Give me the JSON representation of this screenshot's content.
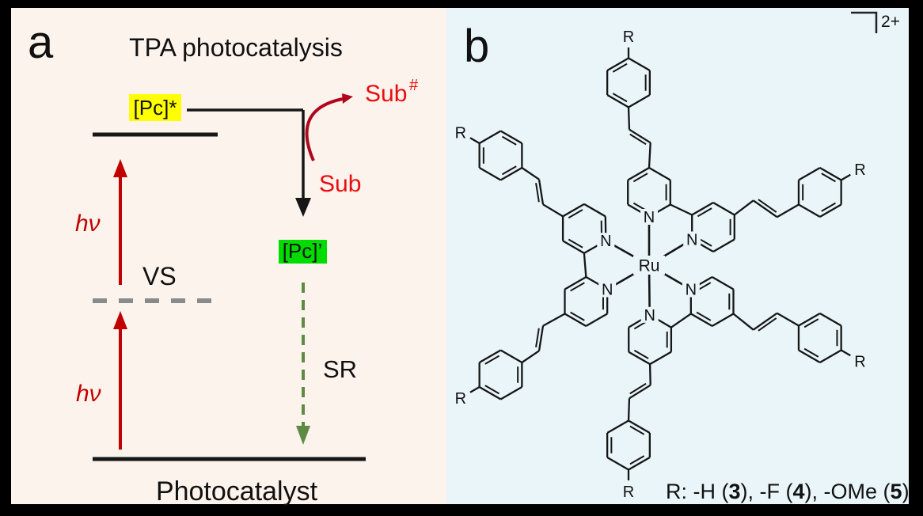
{
  "figure": {
    "panel_a": {
      "label": "a",
      "title": "TPA photocatalysis",
      "excited_species": "[Pc]*",
      "intermediate_species": "[Pc]’",
      "photon_label": "hν",
      "virtual_state_label": "VS",
      "self_recovery_label": "SR",
      "substrate_label": "Sub",
      "substrate_activated_base": "Sub",
      "substrate_activated_sup": "#",
      "ground_state_label": "Photocatalyst"
    },
    "panel_b": {
      "label": "b",
      "charge_label": "2+",
      "metal_label": "Ru",
      "nitrogen_label": "N",
      "substituent_label": "R",
      "legend_parts": [
        {
          "text": "R: -H (",
          "bold": false
        },
        {
          "text": "3",
          "bold": true
        },
        {
          "text": "), -F (",
          "bold": false
        },
        {
          "text": "4",
          "bold": true
        },
        {
          "text": "), -OMe (",
          "bold": false
        },
        {
          "text": "5",
          "bold": true
        },
        {
          "text": ")",
          "bold": false
        }
      ]
    },
    "colors": {
      "panel_a_bg": "#fcf3ec",
      "panel_b_bg": "#e9f5f9",
      "frame": "#000000",
      "highlight_yellow": "#ffff00",
      "highlight_green": "#00dc00",
      "photon_red": "#c10000",
      "substrate_red": "#ea0d10",
      "curved_arrow_red": "#b1071d",
      "sr_green": "#5e8b44",
      "vs_gray": "#8a8a8a",
      "line_black": "#161616"
    }
  }
}
